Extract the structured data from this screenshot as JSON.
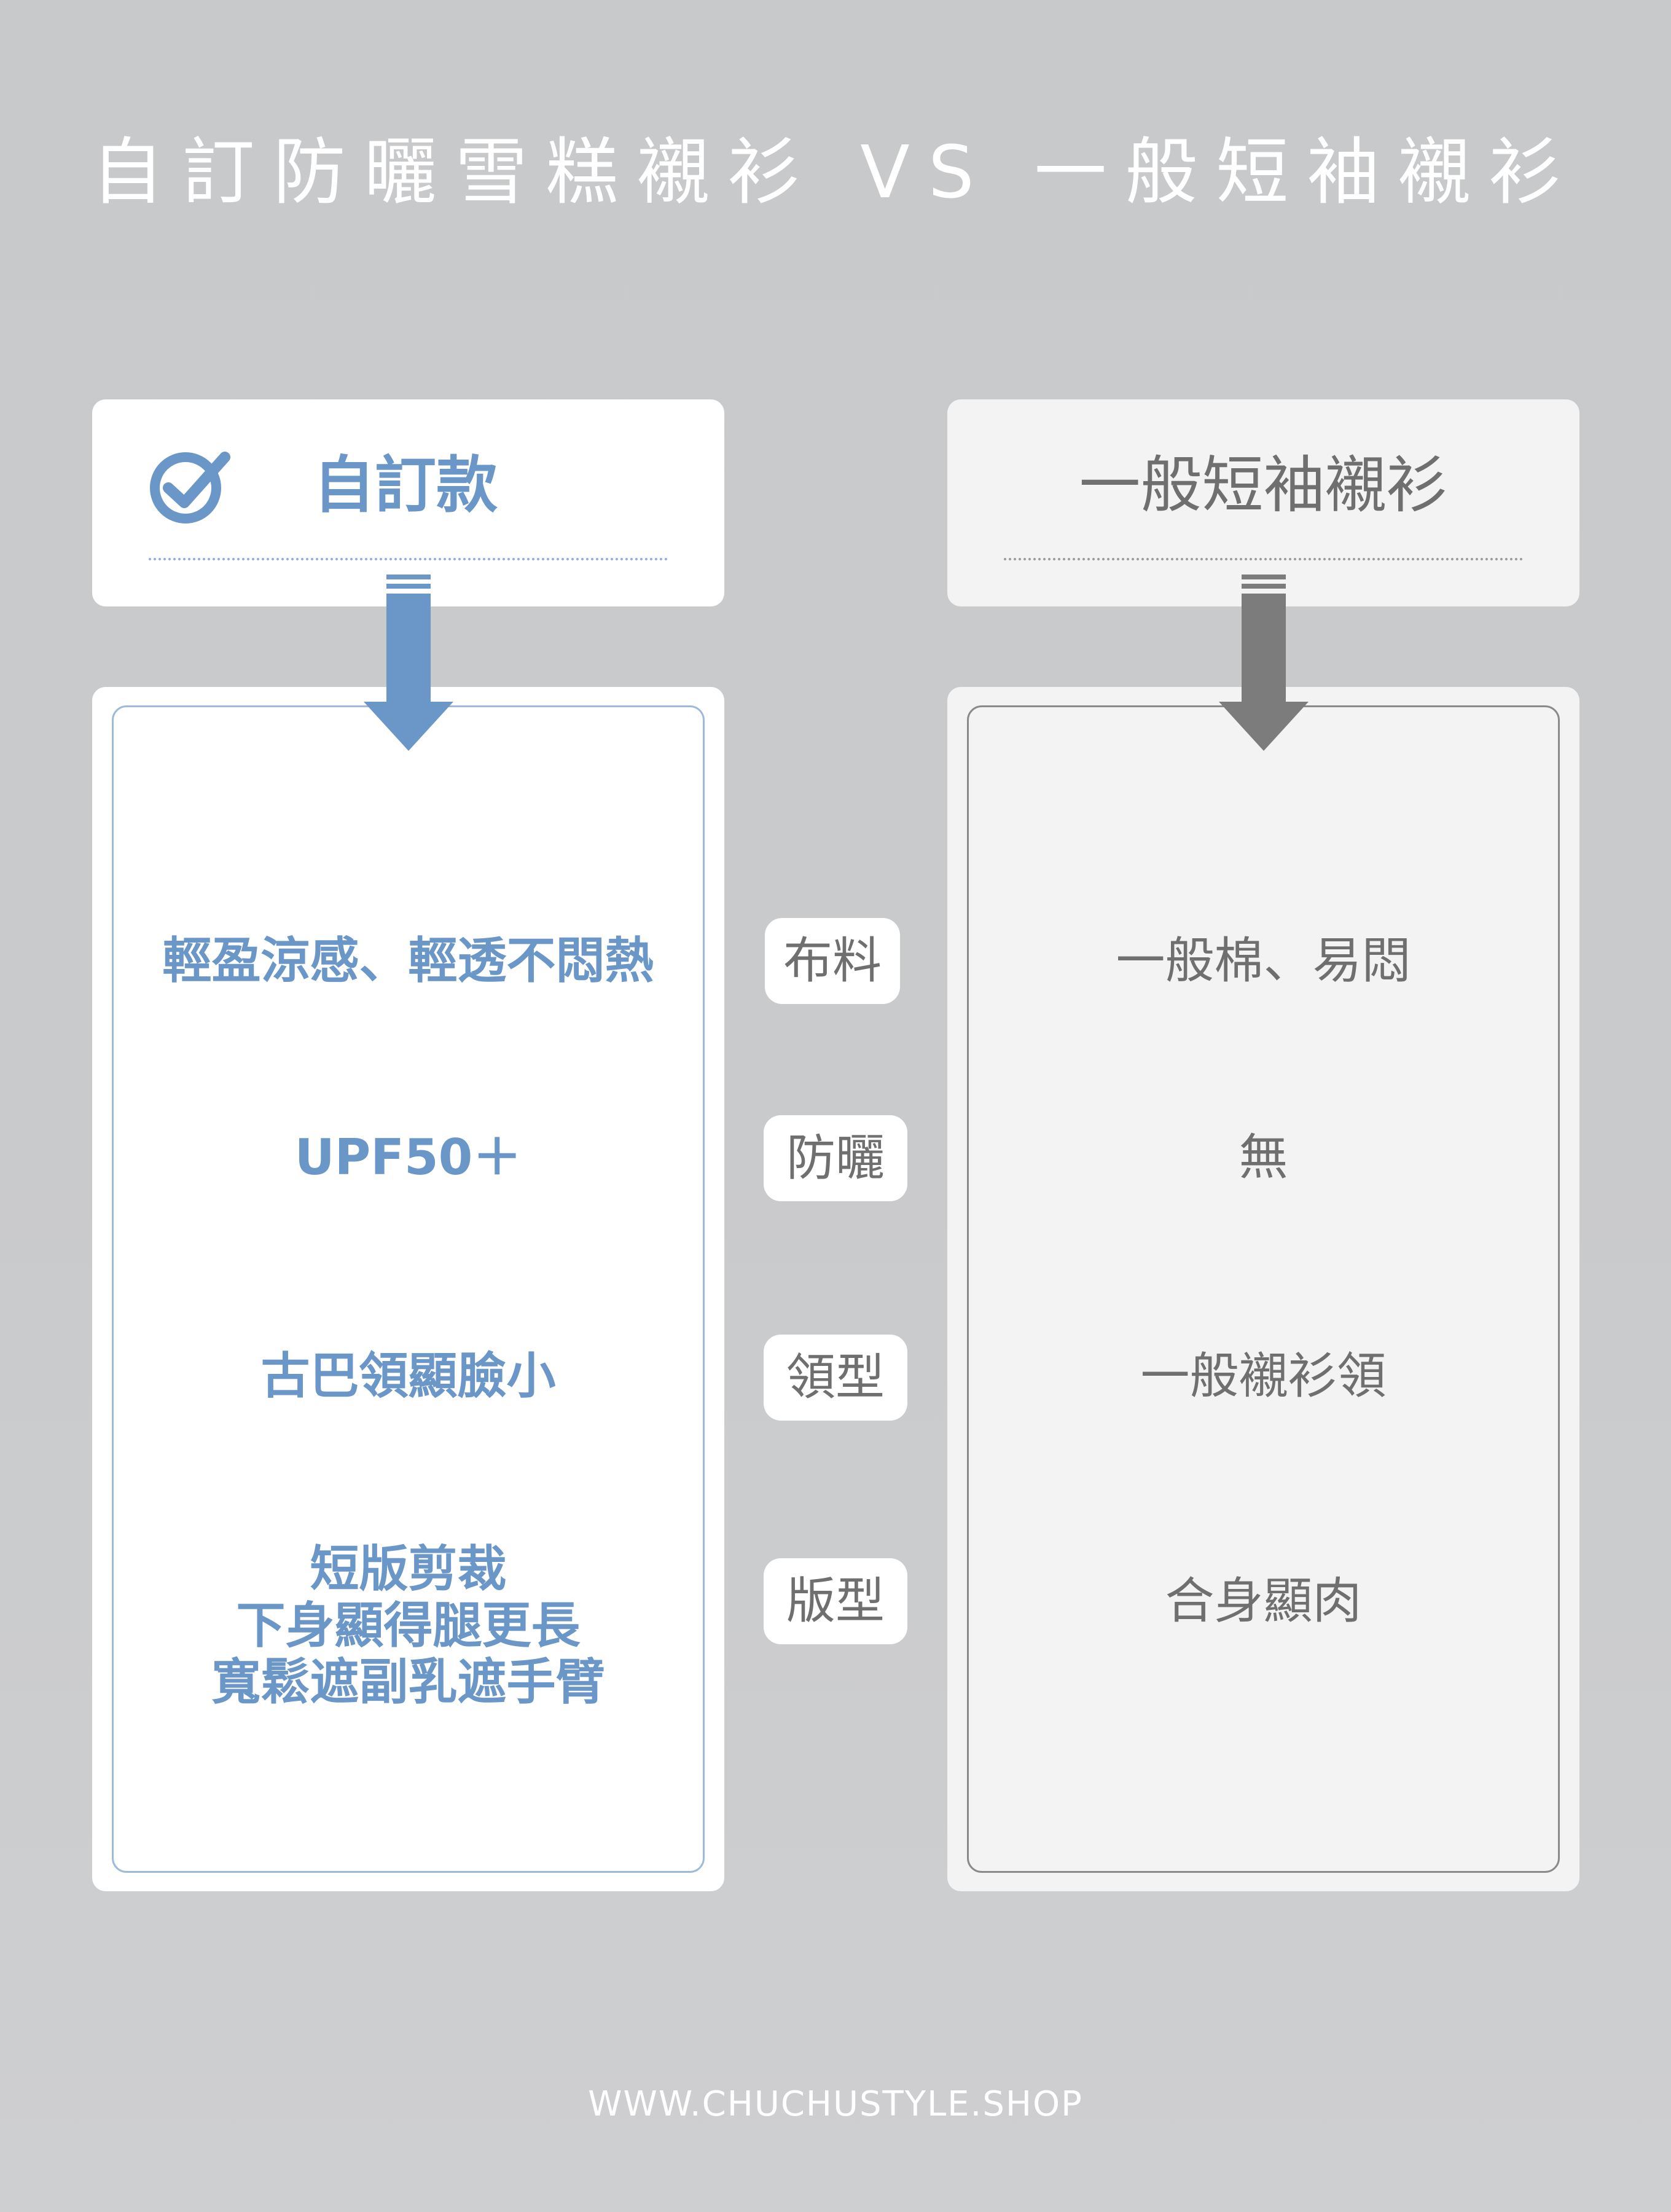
{
  "title": "自訂防曬雪糕襯衫 VS 一般短袖襯衫",
  "left_header": {
    "label": "自訂款",
    "icon": "check-circle-icon"
  },
  "right_header": {
    "label": "一般短袖襯衫"
  },
  "rows": [
    {
      "category": "布料",
      "left": "輕盈涼感、輕透不悶熱",
      "right": "一般棉、易悶"
    },
    {
      "category": "防曬",
      "left": "UPF50＋",
      "right": "無"
    },
    {
      "category": "領型",
      "left": "古巴領顯臉小",
      "right": "一般襯衫領"
    },
    {
      "category": "版型",
      "left_lines": [
        "短版剪裁",
        "下身顯得腿更長",
        "寬鬆遮副乳遮手臂"
      ],
      "right": "合身顯肉"
    }
  ],
  "footer": "WWW.CHUCHUSTYLE.SHOP",
  "colors": {
    "accent_blue": "#6a97c7",
    "neutral_gray": "#6f6f6f",
    "background": "#c9cacc"
  }
}
